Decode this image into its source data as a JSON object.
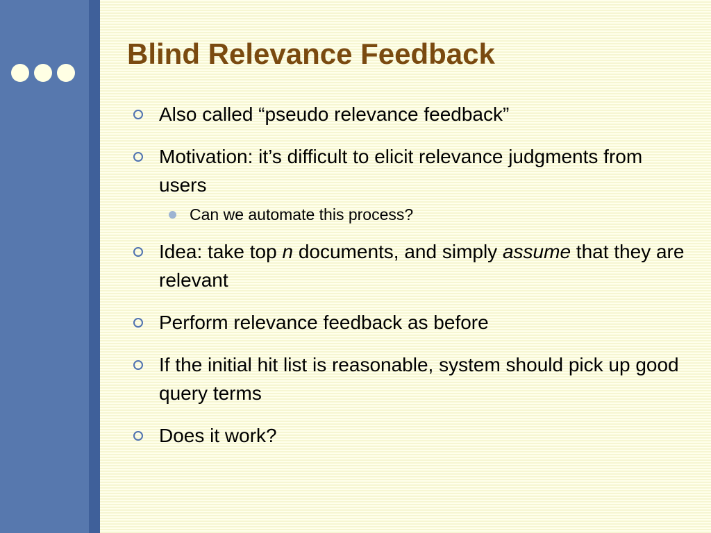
{
  "slide": {
    "title": "Blind Relevance Feedback",
    "bullets": {
      "b1": "Also called “pseudo relevance feedback”",
      "b2": "Motivation: it’s difficult to elicit relevance judgments from users",
      "b2_sub1": "Can we automate this process?",
      "b3_pre": "Idea: take top ",
      "b3_n": "n",
      "b3_mid": " documents, and simply ",
      "b3_assume": "assume",
      "b3_post": " that they are relevant",
      "b4": "Perform relevance feedback as before",
      "b5": "If the initial hit list is reasonable, system should pick up good query terms",
      "b6": "Does it work?"
    }
  },
  "colors": {
    "background": "#FFFFE8",
    "sidebar": "#5778AE",
    "sidebar_stripe": "#3F609A",
    "title": "#7A4A10",
    "bullet_marker": "#4F72B0",
    "sub_bullet_marker": "#9DB4D2"
  },
  "icons": {
    "decoration": "three-dots-icon",
    "bullet": "hollow-circle-bullet-icon",
    "sub_bullet": "filled-circle-bullet-icon"
  }
}
